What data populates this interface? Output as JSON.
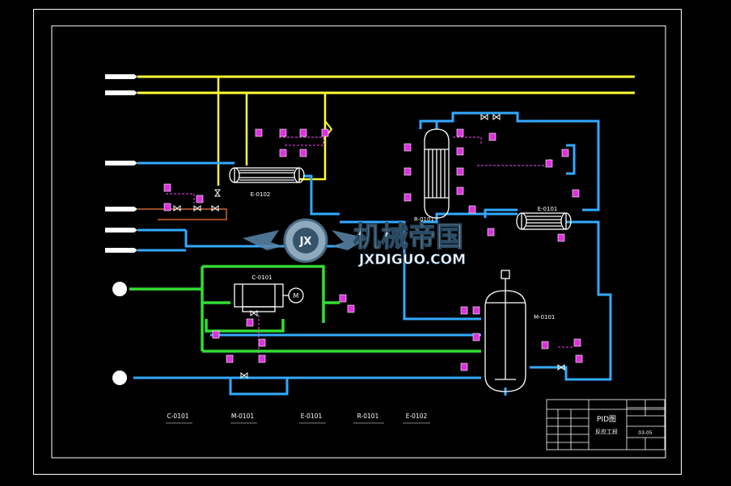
{
  "colors": {
    "background": "#000000",
    "border": "#ffffff",
    "steam_line": "#ffff33",
    "water_line": "#33aaff",
    "gas_line": "#33dd33",
    "signal_line": "#ff44ff",
    "oil_line": "#cc6633",
    "instrument": "#dd33dd"
  },
  "equipment": {
    "e0102": "E-0102",
    "r0101": "R-0101",
    "e0101": "E-0101",
    "c0101": "C-0101",
    "m0101": "M-0101",
    "motor": "M"
  },
  "legend": [
    {
      "tag": "C-0101"
    },
    {
      "tag": "M-0101"
    },
    {
      "tag": "E-0101"
    },
    {
      "tag": "R-0101"
    },
    {
      "tag": "E-0102"
    }
  ],
  "title_block": {
    "drawing_title": "PID图",
    "drawing_subtitle": "反应工段",
    "drawing_no": "03-05"
  },
  "watermark": {
    "cn": "机械帝国",
    "en": "JXDIGUO.COM",
    "logo_text": "JX"
  }
}
